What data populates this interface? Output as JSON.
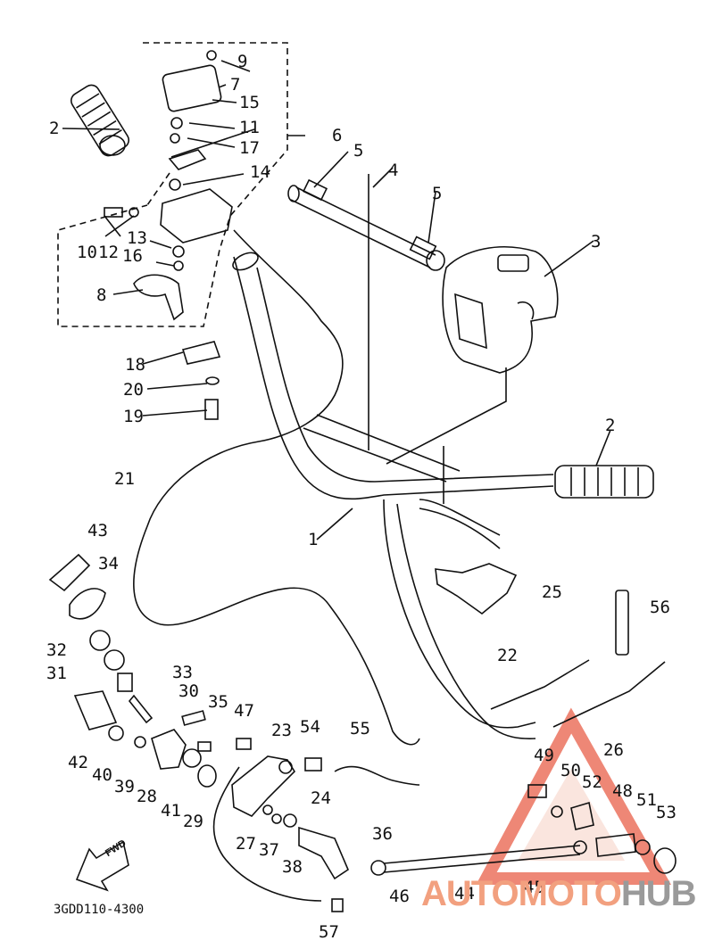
{
  "diagram": {
    "part_code": "3GDD110-4300",
    "fwd_label": "FWD",
    "watermark": {
      "part1": "AUTO",
      "part2": "MOTO",
      "part3": "HUB",
      "colors": {
        "auto": "#f2a07f",
        "hub": "#9a9a9a",
        "triangle": "#e8553a"
      }
    },
    "callouts": [
      "9",
      "7",
      "15",
      "11",
      "17",
      "14",
      "6",
      "2",
      "10",
      "12",
      "13",
      "16",
      "8",
      "5",
      "4",
      "5",
      "3",
      "18",
      "20",
      "19",
      "21",
      "1",
      "2",
      "43",
      "34",
      "25",
      "56",
      "32",
      "31",
      "33",
      "30",
      "35",
      "47",
      "23",
      "54",
      "55",
      "22",
      "26",
      "42",
      "40",
      "39",
      "28",
      "41",
      "29",
      "27",
      "37",
      "24",
      "38",
      "36",
      "49",
      "50",
      "52",
      "48",
      "51",
      "53",
      "46",
      "44",
      "45",
      "57"
    ]
  }
}
